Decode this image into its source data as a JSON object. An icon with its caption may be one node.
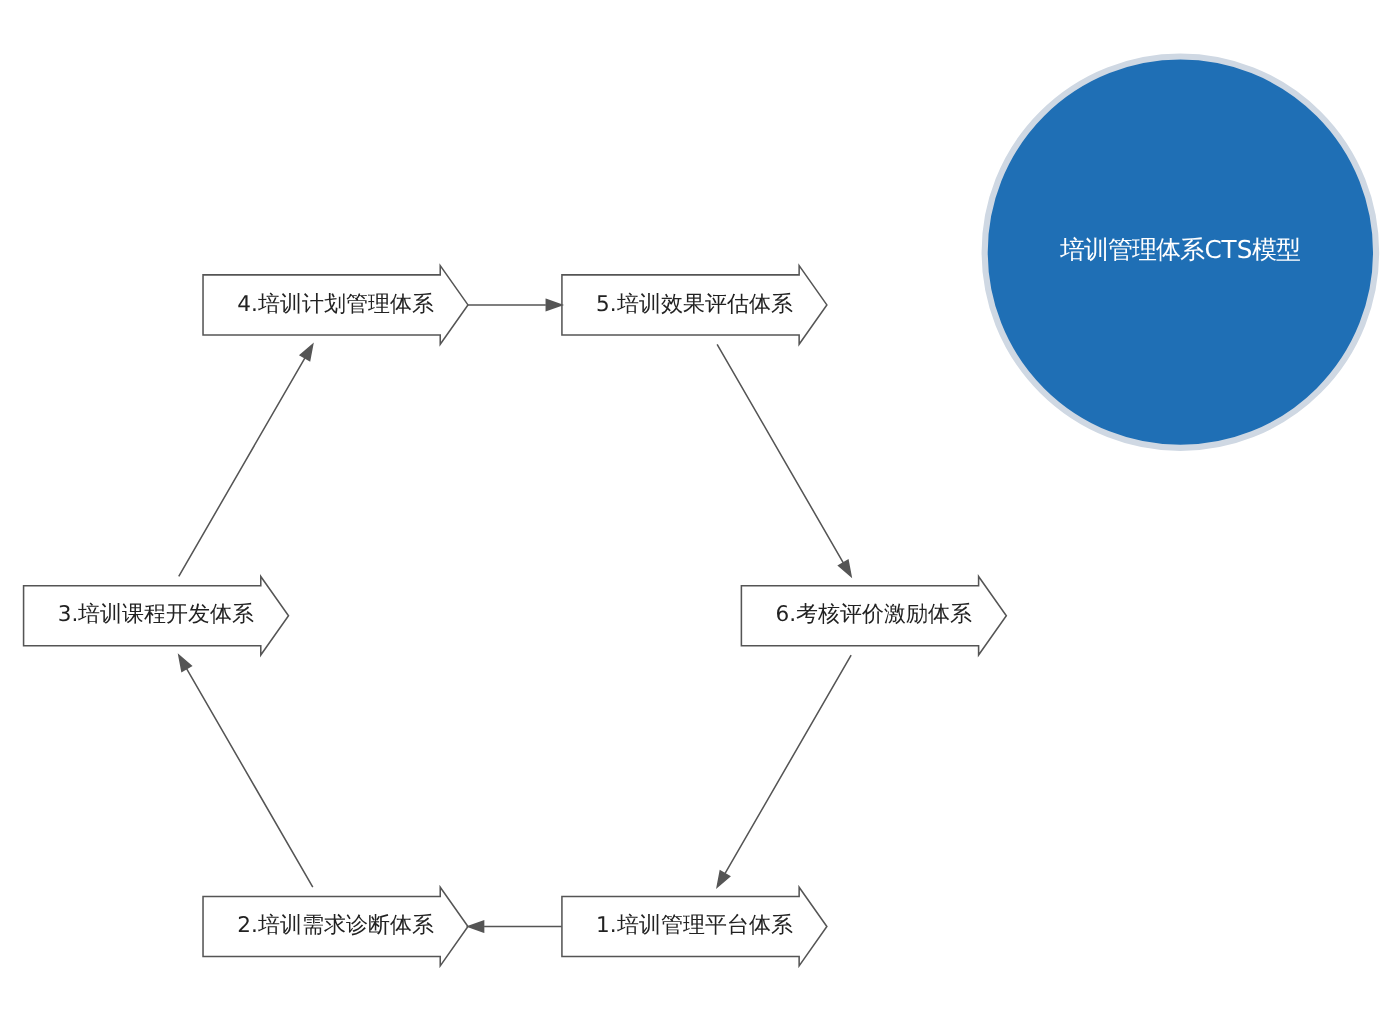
{
  "diagram": {
    "nodes": [
      {
        "text": [
          "培训管理体系CTS模型"
        ]
      },
      {
        "text": [
          "1.培训管理平台体系"
        ]
      },
      {
        "text": [
          "2.培训需求诊断体系"
        ]
      },
      {
        "text": [
          "3.培训课程开发体系"
        ]
      },
      {
        "text": [
          "4.培训计划管理体系"
        ]
      },
      {
        "text": [
          "5.培训效果评估体系"
        ]
      },
      {
        "text": [
          "6.考核评价激励体系"
        ]
      }
    ],
    "edges": [
      {
        "from": 1,
        "to": 2,
        "arrow": "to"
      },
      {
        "from": 2,
        "to": 3,
        "arrow": "to"
      },
      {
        "from": 3,
        "to": 4,
        "arrow": "to"
      },
      {
        "from": 4,
        "to": 5,
        "arrow": "to"
      },
      {
        "from": 5,
        "to": 6,
        "arrow": "to"
      },
      {
        "from": 6,
        "to": 1,
        "arrow": "to"
      }
    ]
  }
}
